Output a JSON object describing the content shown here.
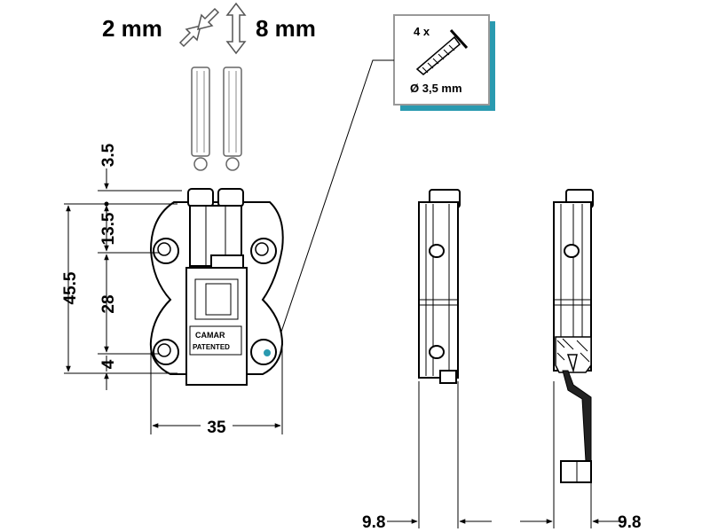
{
  "adjustment": {
    "depth_label": "2 mm",
    "height_label": "8 mm"
  },
  "screw_box": {
    "quantity": "4 x",
    "diameter": "Ø 3,5 mm",
    "shadow_color": "#2a9ab0"
  },
  "product_marking": {
    "brand": "CAMAR",
    "patent": "PATENTED"
  },
  "dimensions": {
    "top_offset": "3.5",
    "upper_hole": "13.5",
    "total_height": "45.5",
    "hole_spacing": "28",
    "bottom_offset": "4",
    "width": "35",
    "side_depth": "9.8",
    "section_depth": "9.8"
  },
  "accent_dot_color": "#2a9ab0"
}
